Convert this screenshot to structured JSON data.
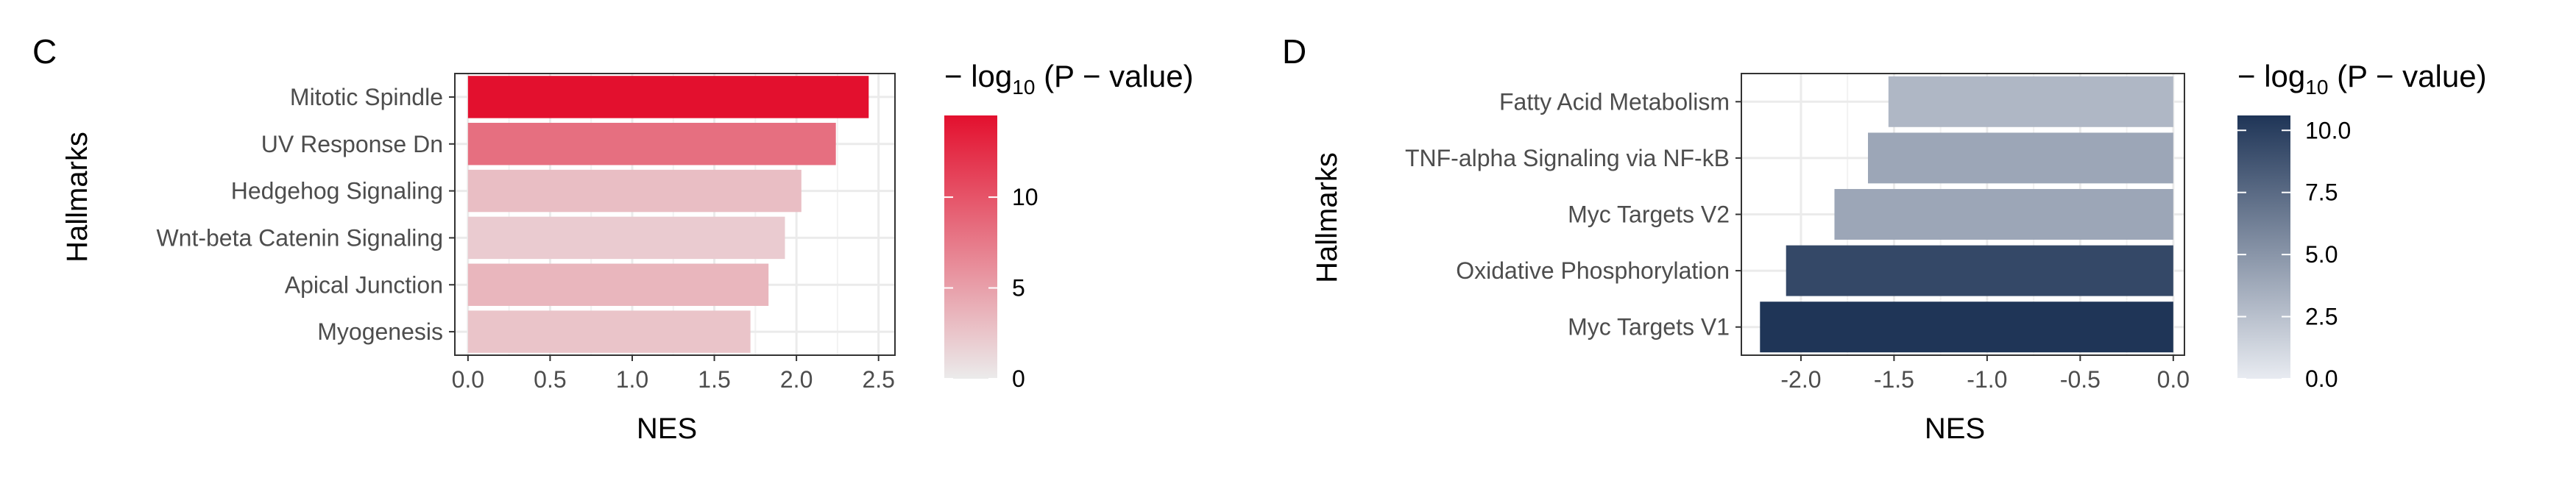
{
  "chart_data": [
    {
      "panel": "C",
      "type": "bar",
      "orientation": "horizontal",
      "ylabel": "Hallmarks",
      "xlabel": "NES",
      "categories": [
        "Mitotic Spindle",
        "UV Response Dn",
        "Hedgehog Signaling",
        "Wnt-beta Catenin Signaling",
        "Apical Junction",
        "Myogenesis"
      ],
      "values": [
        2.44,
        2.24,
        2.03,
        1.93,
        1.83,
        1.72
      ],
      "neg_log10_p": [
        14.5,
        8.2,
        3.0,
        2.1,
        3.5,
        2.6
      ],
      "xlim": [
        -0.08,
        2.6
      ],
      "xticks": [
        0.0,
        0.5,
        1.0,
        1.5,
        2.0,
        2.5
      ],
      "xtick_labels": [
        "0.0",
        "0.5",
        "1.0",
        "1.5",
        "2.0",
        "2.5"
      ],
      "grid": true,
      "legend": {
        "title_prefix": "− log",
        "title_sub": "10",
        "title_suffix": " (P − value)",
        "placement": "right",
        "range": [
          0,
          14.5
        ],
        "ticks": [
          0,
          5,
          10
        ],
        "tick_labels": [
          "0",
          "5",
          "10"
        ],
        "color_low": "#ebebeb",
        "color_high": "#e3102e"
      }
    },
    {
      "panel": "D",
      "type": "bar",
      "orientation": "horizontal",
      "ylabel": "Hallmarks",
      "xlabel": "NES",
      "categories": [
        "Fatty Acid Metabolism",
        "TNF-alpha Signaling via NF-kB",
        "Myc Targets V2",
        "Oxidative Phosphorylation",
        "Myc Targets V1"
      ],
      "values": [
        -1.53,
        -1.64,
        -1.82,
        -2.08,
        -2.22
      ],
      "neg_log10_p": [
        3.0,
        4.0,
        4.0,
        9.5,
        10.6
      ],
      "xlim": [
        -2.32,
        0.06
      ],
      "xticks": [
        -2.0,
        -1.5,
        -1.0,
        -0.5,
        0.0
      ],
      "xtick_labels": [
        "-2.0",
        "-1.5",
        "-1.0",
        "-0.5",
        "0.0"
      ],
      "grid": true,
      "legend": {
        "title_prefix": "− log",
        "title_sub": "10",
        "title_suffix": " (P − value)",
        "placement": "right",
        "range": [
          0,
          10.6
        ],
        "ticks": [
          0.0,
          2.5,
          5.0,
          7.5,
          10.0
        ],
        "tick_labels": [
          "0.0",
          "2.5",
          "5.0",
          "7.5",
          "10.0"
        ],
        "color_low": "#e8ebf1",
        "color_high": "#1f3557"
      }
    }
  ]
}
